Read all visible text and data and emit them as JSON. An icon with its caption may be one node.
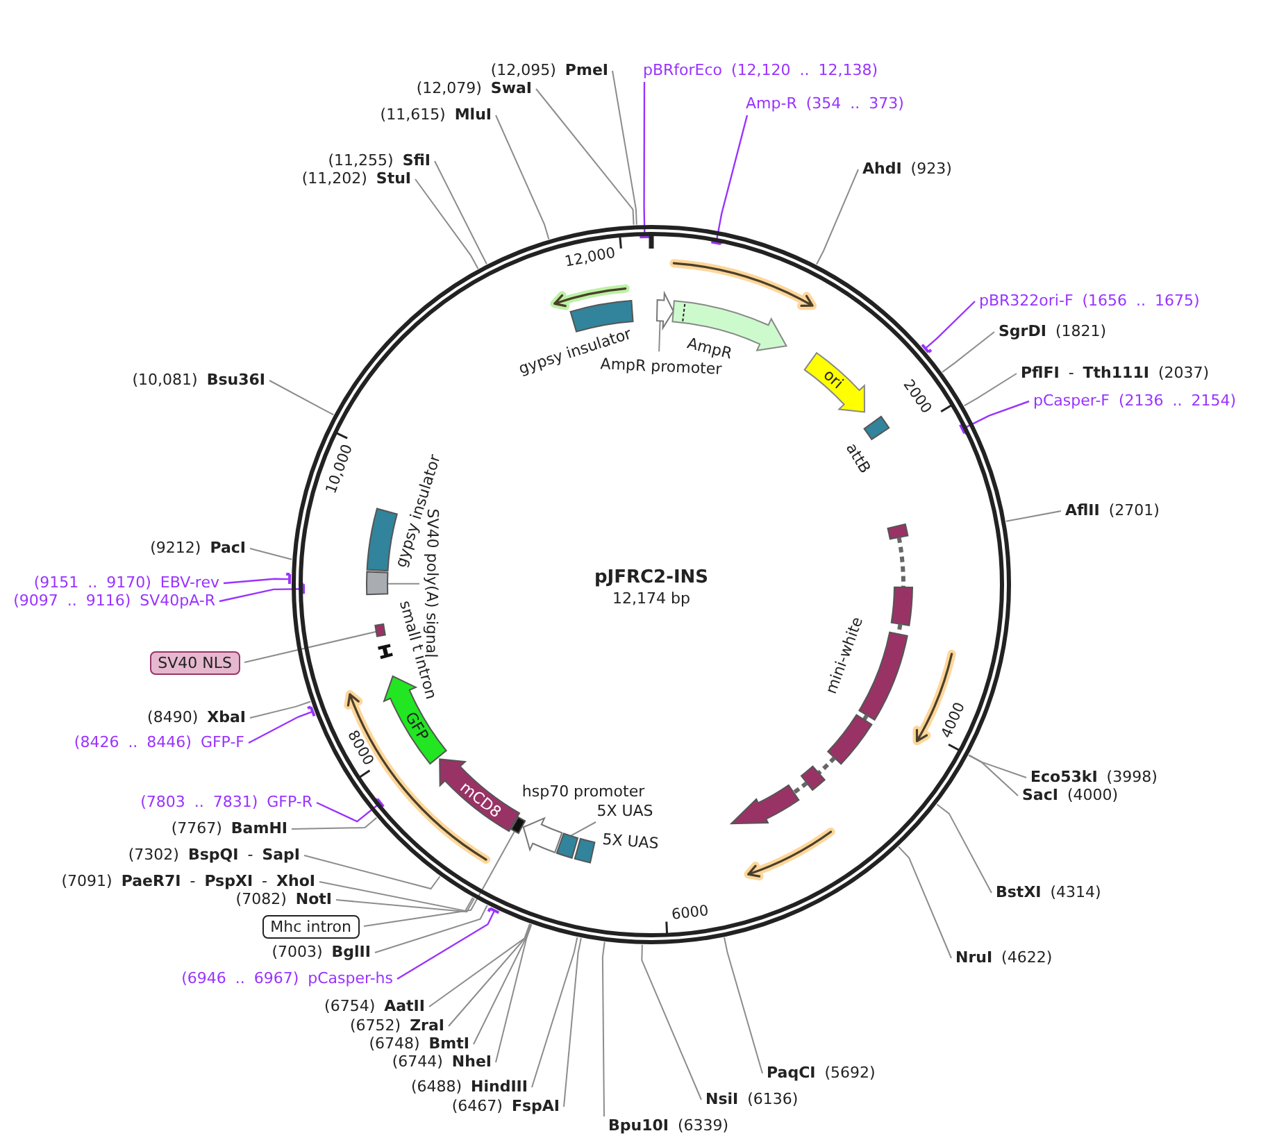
{
  "diagram": {
    "title": "pJFRC2-INS",
    "nodes": [
      {
        "text": [
          "(12,095) **PmeI**"
        ]
      },
      {
        "text": [
          "pBRforEco (12,120 .. 12,138)"
        ]
      },
      {
        "text": [
          "(12,079) **SwaI**"
        ]
      },
      {
        "text": [
          "Amp-R (354 .. 373)"
        ]
      },
      {
        "text": [
          "(11,615) **MluI**"
        ]
      },
      {
        "text": [
          "(11,255) **SfiI**"
        ]
      },
      {
        "text": [
          "**AhdI** (923)"
        ]
      },
      {
        "text": [
          "(11,202) **StuI**"
        ]
      },
      {
        "text": [
          "pBR322ori-F (1656 .. 1675)"
        ]
      },
      {
        "text": [
          "**SgrDI** (1821)"
        ]
      },
      {
        "text": [
          "**PflFI** - **Tth111I** (2037)"
        ]
      },
      {
        "text": [
          "(10,081) **Bsu36I**"
        ]
      },
      {
        "text": [
          "pCasper-F (2136 .. 2154)"
        ]
      },
      {
        "text": [
          "**AflII** (2701)"
        ]
      },
      {
        "text": [
          "(9212) **PacI**"
        ]
      },
      {
        "text": [
          "(9151 .. 9170) EBV-rev"
        ]
      },
      {
        "text": [
          "(9097 .. 9116) SV40pA-R"
        ]
      },
      {
        "text": [
          "SV40 NLS"
        ]
      },
      {
        "text": [
          "(8490) **XbaI**"
        ]
      },
      {
        "text": [
          "(8426 .. 8446) GFP-F"
        ]
      },
      {
        "text": [
          "**Eco53kI** (3998)"
        ]
      },
      {
        "text": [
          "**SacI** (4000)"
        ]
      },
      {
        "text": [
          "(7803 .. 7831) GFP-R"
        ]
      },
      {
        "text": [
          "(7767) **BamHI**"
        ]
      },
      {
        "text": [
          "(7302) **BspQI** - **SapI**"
        ]
      },
      {
        "text": [
          "(7091) **PaeR7I** - **PspXI** - **XhoI**"
        ]
      },
      {
        "text": [
          "**BstXI** (4314)"
        ]
      },
      {
        "text": [
          "(7082) **NotI**"
        ]
      },
      {
        "text": [
          "Mhc intron"
        ]
      },
      {
        "text": [
          "(7003) **BglII**"
        ]
      },
      {
        "text": [
          "**NruI** (4622)"
        ]
      },
      {
        "text": [
          "(6946 .. 6967) pCasper-hs"
        ]
      },
      {
        "text": [
          "(6754) **AatII**"
        ]
      },
      {
        "text": [
          "(6752) **ZraI**"
        ]
      },
      {
        "text": [
          "(6748) **BmtI**"
        ]
      },
      {
        "text": [
          "(6744) **NheI**"
        ]
      },
      {
        "text": [
          "**PaqCI** (5692)"
        ]
      },
      {
        "text": [
          "(6488) **HindIII**"
        ]
      },
      {
        "text": [
          "**NsiI** (6136)"
        ]
      },
      {
        "text": [
          "(6467) **FspAI**"
        ]
      },
      {
        "text": [
          "**Bpu10I** (6339)"
        ]
      },
      {
        "text": [
          "gypsy insulator"
        ]
      },
      {
        "text": [
          "AmpR promoter"
        ]
      },
      {
        "text": [],
        "shape": "arrow"
      },
      {
        "text": [
          "AmpR"
        ]
      },
      {
        "text": [
          "ori"
        ]
      },
      {
        "text": [
          "attB"
        ]
      },
      {
        "text": [
          "mini-white"
        ]
      },
      {
        "text": [
          "5X UAS"
        ]
      },
      {
        "text": [],
        "shape": "box"
      },
      {
        "text": [
          "5X UAS"
        ]
      },
      {
        "text": [
          "hsp70 promoter"
        ]
      },
      {
        "text": [],
        "shape": "bar"
      },
      {
        "text": [
          "mCD8"
        ]
      },
      {
        "text": [
          "GFP"
        ]
      },
      {
        "text": [
          "small t intron"
        ]
      },
      {
        "text": [],
        "shape": "bar"
      },
      {
        "text": [
          "SV40 poly(A) signal"
        ]
      },
      {
        "text": [],
        "shape": "box"
      },
      {
        "text": [
          "gypsy insulator"
        ]
      }
    ],
    "edges": [
      {
        "from": 0,
        "to": null,
        "arrow": "none"
      },
      {
        "from": 1,
        "to": null,
        "arrow": "other",
        "color": "#9933ff"
      },
      {
        "from": 2,
        "to": null,
        "arrow": "none"
      },
      {
        "from": 3,
        "to": null,
        "arrow": "other",
        "color": "#9933ff"
      },
      {
        "from": 4,
        "to": null,
        "arrow": "none"
      },
      {
        "from": 5,
        "to": null,
        "arrow": "none"
      },
      {
        "from": 6,
        "to": null,
        "arrow": "none"
      },
      {
        "from": 7,
        "to": null,
        "arrow": "none"
      },
      {
        "from": 8,
        "to": null,
        "arrow": "other",
        "color": "#9933ff"
      },
      {
        "from": 9,
        "to": null,
        "arrow": "none"
      },
      {
        "from": 10,
        "to": null,
        "arrow": "none"
      },
      {
        "from": 11,
        "to": null,
        "arrow": "none"
      },
      {
        "from": 12,
        "to": null,
        "arrow": "other",
        "color": "#9933ff"
      },
      {
        "from": 13,
        "to": null,
        "arrow": "none"
      },
      {
        "from": 14,
        "to": null,
        "arrow": "none"
      },
      {
        "from": 15,
        "to": null,
        "arrow": "other",
        "color": "#9933ff"
      },
      {
        "from": 16,
        "to": null,
        "arrow": "other",
        "color": "#9933ff"
      },
      {
        "from": 17,
        "to": 56,
        "arrow": "none"
      },
      {
        "from": 18,
        "to": null,
        "arrow": "none"
      },
      {
        "from": 19,
        "to": null,
        "arrow": "other",
        "color": "#9933ff"
      },
      {
        "from": 20,
        "to": null,
        "arrow": "none"
      },
      {
        "from": 21,
        "to": null,
        "arrow": "none"
      },
      {
        "from": 22,
        "to": null,
        "arrow": "other",
        "color": "#9933ff"
      },
      {
        "from": 23,
        "to": null,
        "arrow": "none"
      },
      {
        "from": 24,
        "to": null,
        "arrow": "none"
      },
      {
        "from": 25,
        "to": null,
        "arrow": "none"
      },
      {
        "from": 26,
        "to": null,
        "arrow": "none"
      },
      {
        "from": 27,
        "to": null,
        "arrow": "none"
      },
      {
        "from": 28,
        "to": 52,
        "arrow": "none"
      },
      {
        "from": 29,
        "to": null,
        "arrow": "none"
      },
      {
        "from": 30,
        "to": null,
        "arrow": "none"
      },
      {
        "from": 31,
        "to": null,
        "arrow": "other",
        "color": "#9933ff"
      },
      {
        "from": 32,
        "to": null,
        "arrow": "none"
      },
      {
        "from": 33,
        "to": null,
        "arrow": "none"
      },
      {
        "from": 34,
        "to": null,
        "arrow": "none"
      },
      {
        "from": 35,
        "to": null,
        "arrow": "none"
      },
      {
        "from": 36,
        "to": null,
        "arrow": "none"
      },
      {
        "from": 37,
        "to": null,
        "arrow": "none"
      },
      {
        "from": 38,
        "to": null,
        "arrow": "none"
      },
      {
        "from": 39,
        "to": null,
        "arrow": "none"
      },
      {
        "from": 40,
        "to": null,
        "arrow": "none"
      },
      {
        "from": 42,
        "to": 43,
        "arrow": "none"
      },
      {
        "from": 48,
        "to": 49,
        "arrow": "none"
      },
      {
        "from": 57,
        "to": 58,
        "arrow": "none"
      }
    ],
    "labels": [
      "12,000",
      "2000",
      "10,000",
      "12,174 bp",
      "4000",
      "8000",
      "6000"
    ]
  }
}
